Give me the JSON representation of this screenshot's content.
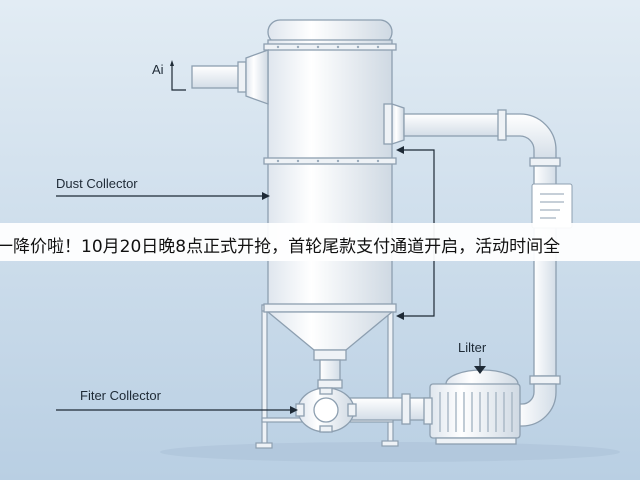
{
  "diagram": {
    "labels": {
      "air": "Ai",
      "dust_collector": "Dust Collector",
      "filter_collector": "Fiter Collector",
      "lifter": "Lilter"
    }
  },
  "banner": {
    "text": "一降价啦！10月20日晚8点正式开抢，首轮尾款支付通道开启，活动时间全"
  },
  "colors": {
    "background_top": "#dfe9f2",
    "background_bottom": "#bcd2e5",
    "equipment": "#f4f7fa",
    "outline": "#8d9fb0",
    "ink": "#1e2a36"
  }
}
